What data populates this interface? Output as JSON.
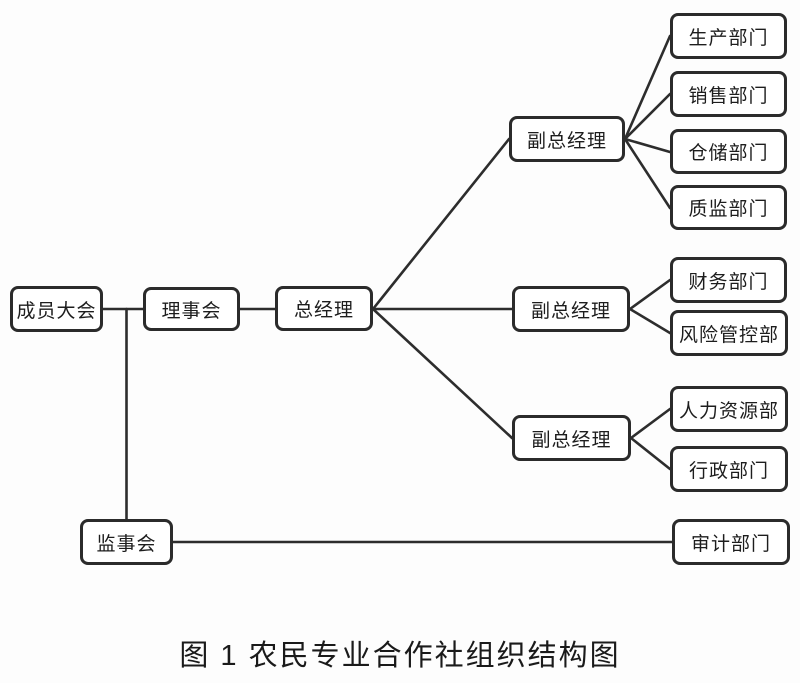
{
  "caption": "图 1 农民专业合作社组织结构图",
  "diagram": {
    "type": "org-chart",
    "colors": {
      "box_border": "#2b2b2b",
      "box_fill": "#ffffff",
      "line": "#2d2d2d",
      "text": "#1d1d1d",
      "background": "#fdfdfd"
    },
    "nodes": {
      "members_assembly": {
        "label": "成员大会"
      },
      "board": {
        "label": "理事会"
      },
      "general_manager": {
        "label": "总经理"
      },
      "deputy_gm_1": {
        "label": "副总经理"
      },
      "deputy_gm_2": {
        "label": "副总经理"
      },
      "deputy_gm_3": {
        "label": "副总经理"
      },
      "production": {
        "label": "生产部门"
      },
      "sales": {
        "label": "销售部门"
      },
      "warehouse": {
        "label": "仓储部门"
      },
      "quality": {
        "label": "质监部门"
      },
      "finance": {
        "label": "财务部门"
      },
      "risk_control": {
        "label": "风险管控部"
      },
      "human_resources": {
        "label": "人力资源部"
      },
      "administration": {
        "label": "行政部门"
      },
      "supervisory": {
        "label": "监事会"
      },
      "audit": {
        "label": "审计部门"
      }
    },
    "edges": [
      {
        "from": "members_assembly",
        "to": "board"
      },
      {
        "from": "board",
        "to": "general_manager"
      },
      {
        "from": "members_assembly",
        "to": "supervisory"
      },
      {
        "from": "general_manager",
        "to": "deputy_gm_1"
      },
      {
        "from": "general_manager",
        "to": "deputy_gm_2"
      },
      {
        "from": "general_manager",
        "to": "deputy_gm_3"
      },
      {
        "from": "deputy_gm_1",
        "to": "production"
      },
      {
        "from": "deputy_gm_1",
        "to": "sales"
      },
      {
        "from": "deputy_gm_1",
        "to": "warehouse"
      },
      {
        "from": "deputy_gm_1",
        "to": "quality"
      },
      {
        "from": "deputy_gm_2",
        "to": "finance"
      },
      {
        "from": "deputy_gm_2",
        "to": "risk_control"
      },
      {
        "from": "deputy_gm_3",
        "to": "human_resources"
      },
      {
        "from": "deputy_gm_3",
        "to": "administration"
      },
      {
        "from": "supervisory",
        "to": "audit"
      }
    ]
  }
}
